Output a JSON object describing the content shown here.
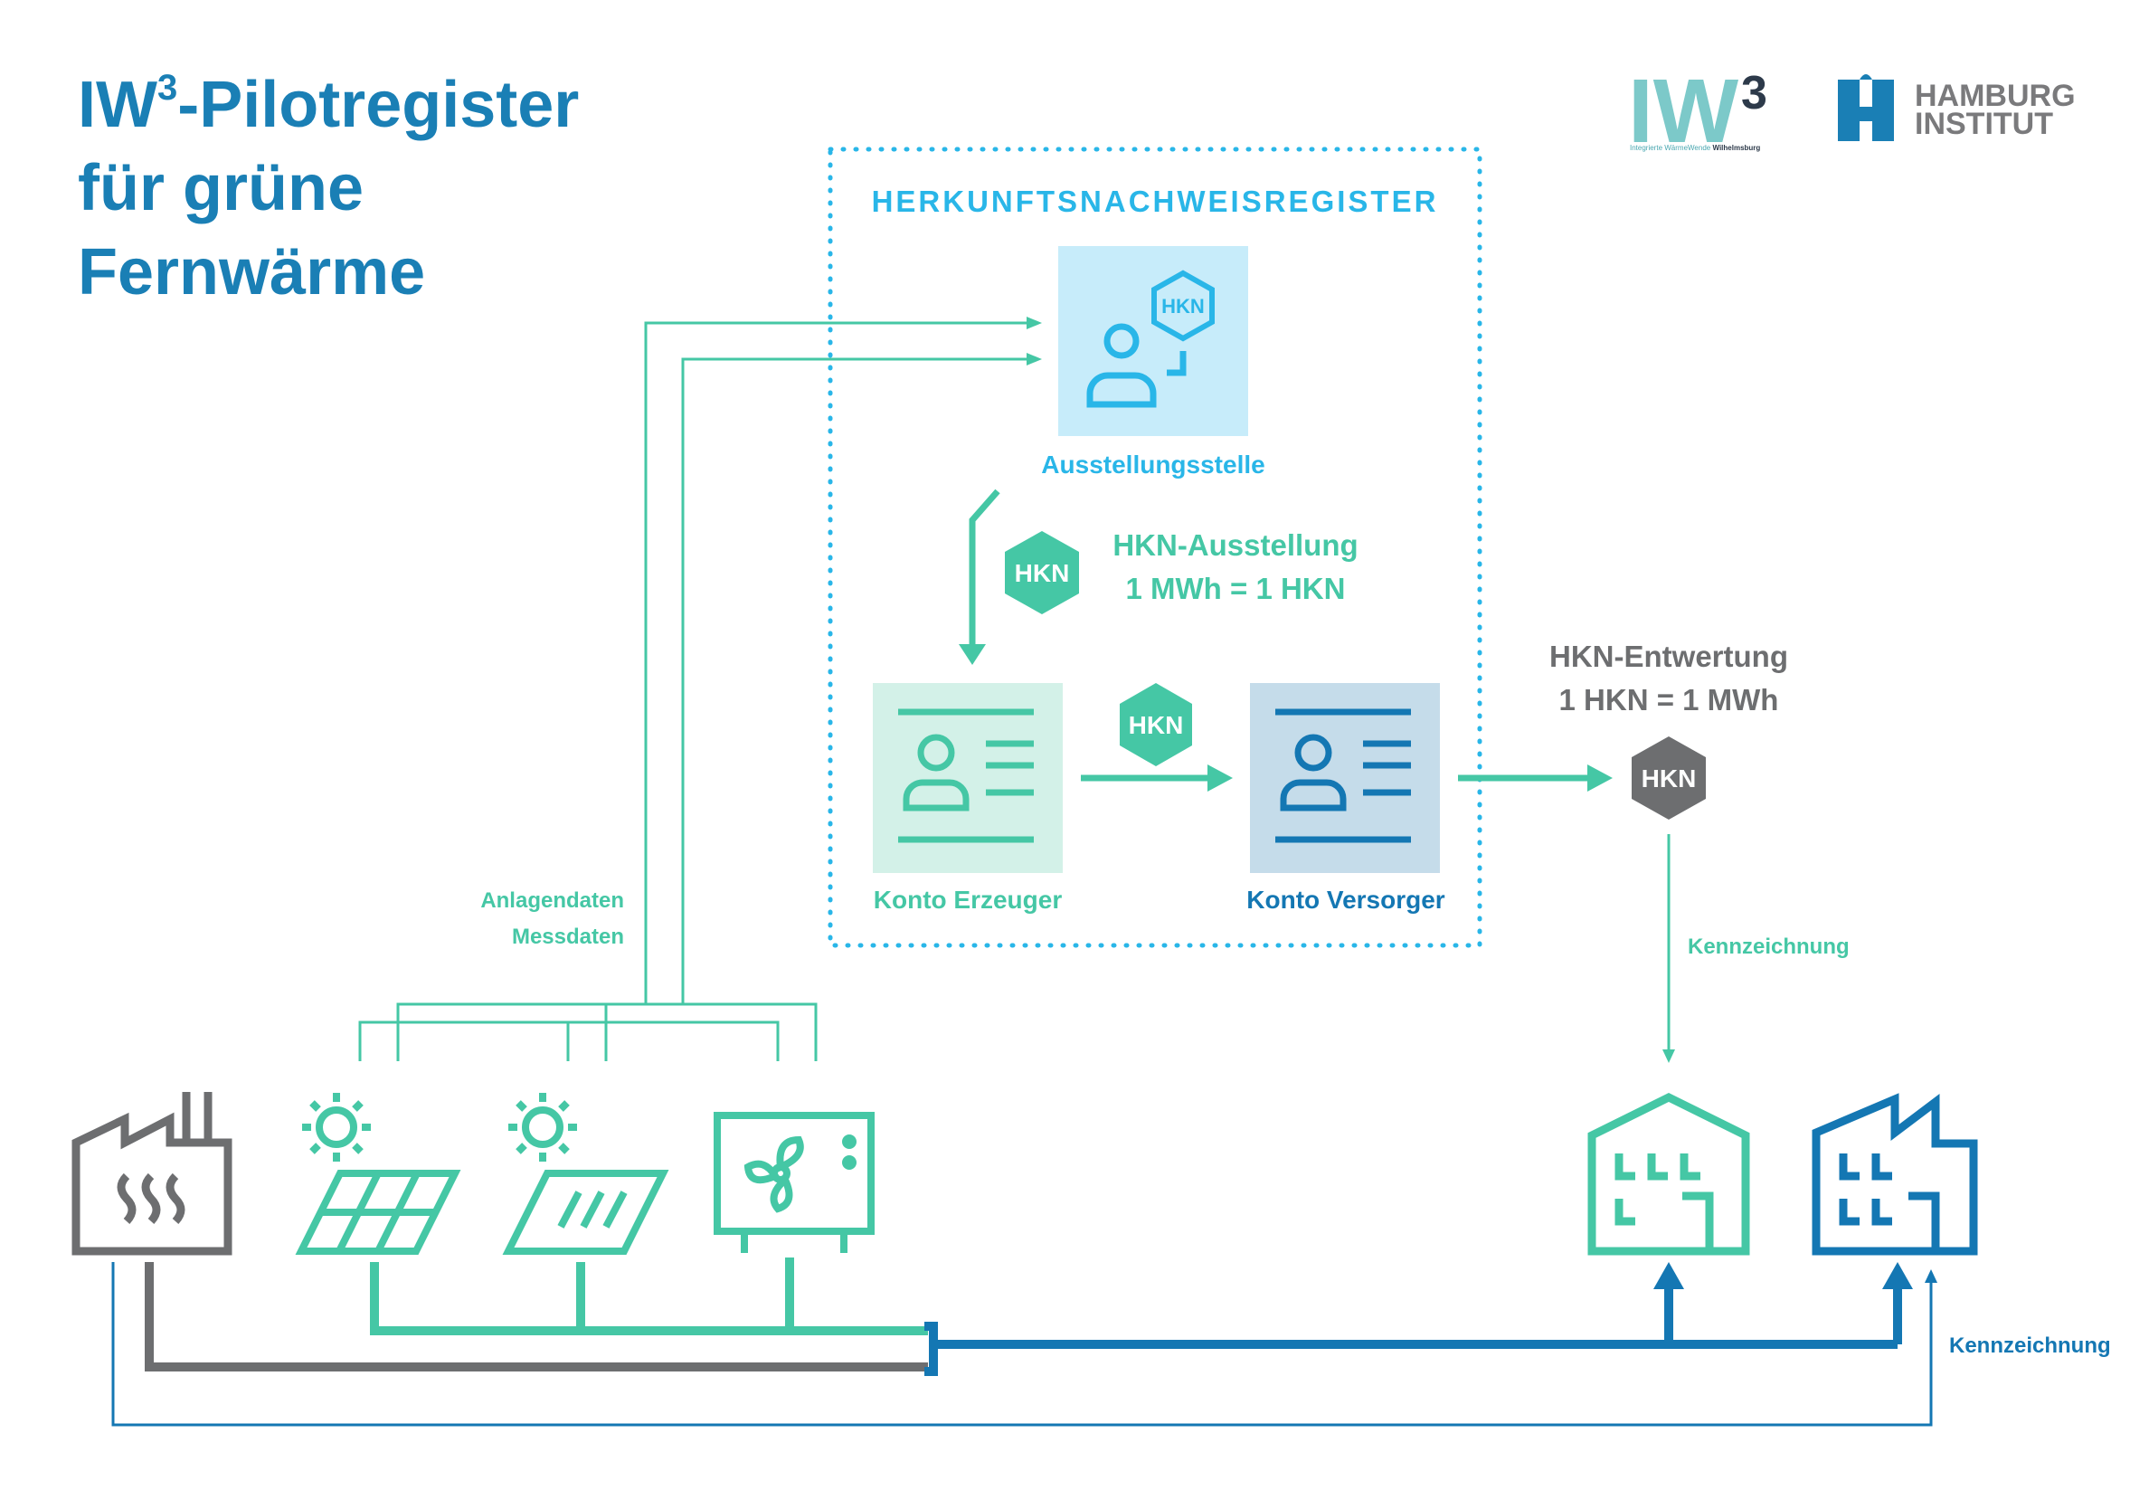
{
  "title": {
    "line1_prefix": "IW",
    "line1_sup": "3",
    "line1_suffix": "-Pilotregister",
    "line2": "für grüne",
    "line3": "Fernwärme"
  },
  "logos": {
    "iw3": {
      "text": "IW",
      "sup": "3",
      "tagline_a": "Integrierte WärmeWende",
      "tagline_b": "Wilhelmsburg"
    },
    "hamburg_institut": {
      "line1": "HAMBURG",
      "line2": "INSTITUT"
    }
  },
  "register": {
    "title": "HERKUNFTSNACHWEISREGISTER",
    "issuing_body": "Ausstellungsstelle",
    "issuance_line1": "HKN-Ausstellung",
    "issuance_line2": "1 MWh = 1 HKN",
    "producer_account": "Konto Erzeuger",
    "supplier_account": "Konto Versorger",
    "badge": "HKN"
  },
  "cancellation": {
    "line1": "HKN-Entwertung",
    "line2": "1 HKN = 1 MWh",
    "badge": "HKN"
  },
  "data_flow": {
    "line1": "Anlagendaten",
    "line2": "Messdaten"
  },
  "labels": {
    "labelling_top": "Kennzeichnung",
    "labelling_bottom": "Kennzeichnung"
  },
  "colors": {
    "title_blue": "#1a7fb5",
    "register_cyan": "#29b6e8",
    "green": "#45c7a5",
    "dark_blue": "#1477b3",
    "grey": "#6d6e70",
    "issuer_bg": "#c7ecfa",
    "producer_bg": "#d3f1e8",
    "supplier_bg": "#c5dcea"
  },
  "icons": [
    "factory-icon",
    "solar-panel-icon",
    "solar-thermal-icon",
    "heat-pump-icon",
    "house-icon",
    "building-icon",
    "user-icon",
    "account-card-icon",
    "hkn-hexagon-icon"
  ]
}
